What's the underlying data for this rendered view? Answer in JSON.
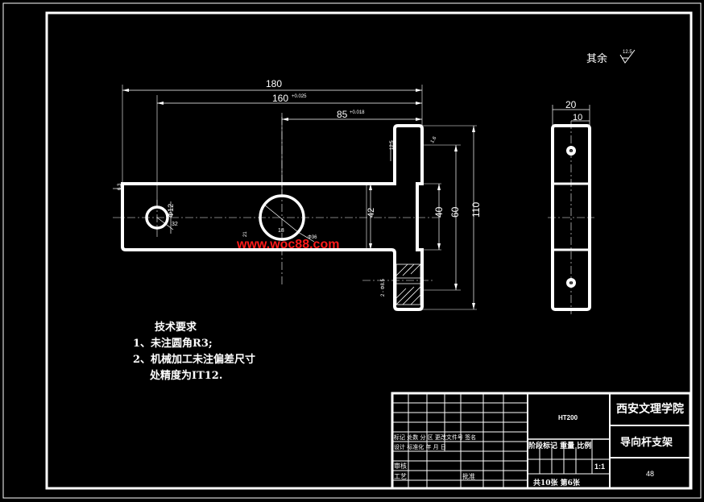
{
  "surface_finish_note": {
    "label": "其余",
    "roughness": "12.5"
  },
  "front_view": {
    "dims": {
      "overall_length": "180",
      "hole_to_hole": "160",
      "hole_to_hole_tol": "+0.025",
      "center_to_face": "85",
      "center_to_face_tol": "+0.018",
      "height_42": "42",
      "height_40": "40",
      "height_60": "60",
      "height_110": "110",
      "small_hole_dia": "Φ12",
      "small_hole_r": "32",
      "big_hole_r": "18",
      "big_hole_dia": "Φ36",
      "left_21": "21",
      "flange_6": "6",
      "slot_label": "2 - Φ8.5",
      "left_finish": "6.3",
      "top_finish": "12.5",
      "chamfer": "1.6"
    }
  },
  "side_view": {
    "dims": {
      "width_20": "20",
      "width_10": "10"
    }
  },
  "watermark": "www.woc88.com",
  "technical_requirements": {
    "title": "技术要求",
    "items": [
      "1、未注圆角R3;",
      "2、机械加工未注偏差尺寸",
      "处精度为IT12."
    ]
  },
  "title_block": {
    "school": "西安文理学院",
    "part_name": "导向杆支架",
    "material": "HT200",
    "drawing_no": "48",
    "scale": "1:1",
    "sheets": "共10张   第6张",
    "row_header_1": "标记 处数 分 区 更改文件号 签名",
    "row_header_2": "设计 标准化 年 月 日",
    "stage_header": "阶段标记  重量  比例",
    "left_labels": [
      "审核",
      "工艺",
      "批准"
    ]
  }
}
